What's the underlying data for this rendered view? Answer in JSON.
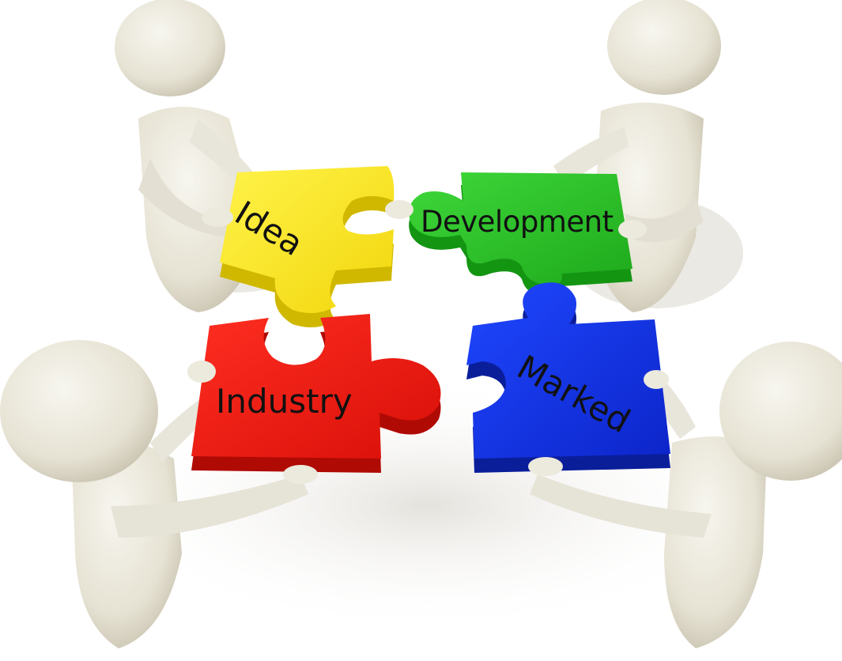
{
  "scene": {
    "description_icon": "four-people-holding-puzzle-pieces",
    "background_color": "#ffffff"
  },
  "pieces": {
    "idea": {
      "label": "Idea",
      "color": "#f6e31a"
    },
    "development": {
      "label": "Development",
      "color": "#2ec42a"
    },
    "industry": {
      "label": "Industry",
      "color": "#ef1c12"
    },
    "marked": {
      "label": "Marked",
      "color": "#1433e6"
    }
  },
  "figures": {
    "color": "#ece9dd",
    "shadow_color": "#c9c4b2"
  }
}
